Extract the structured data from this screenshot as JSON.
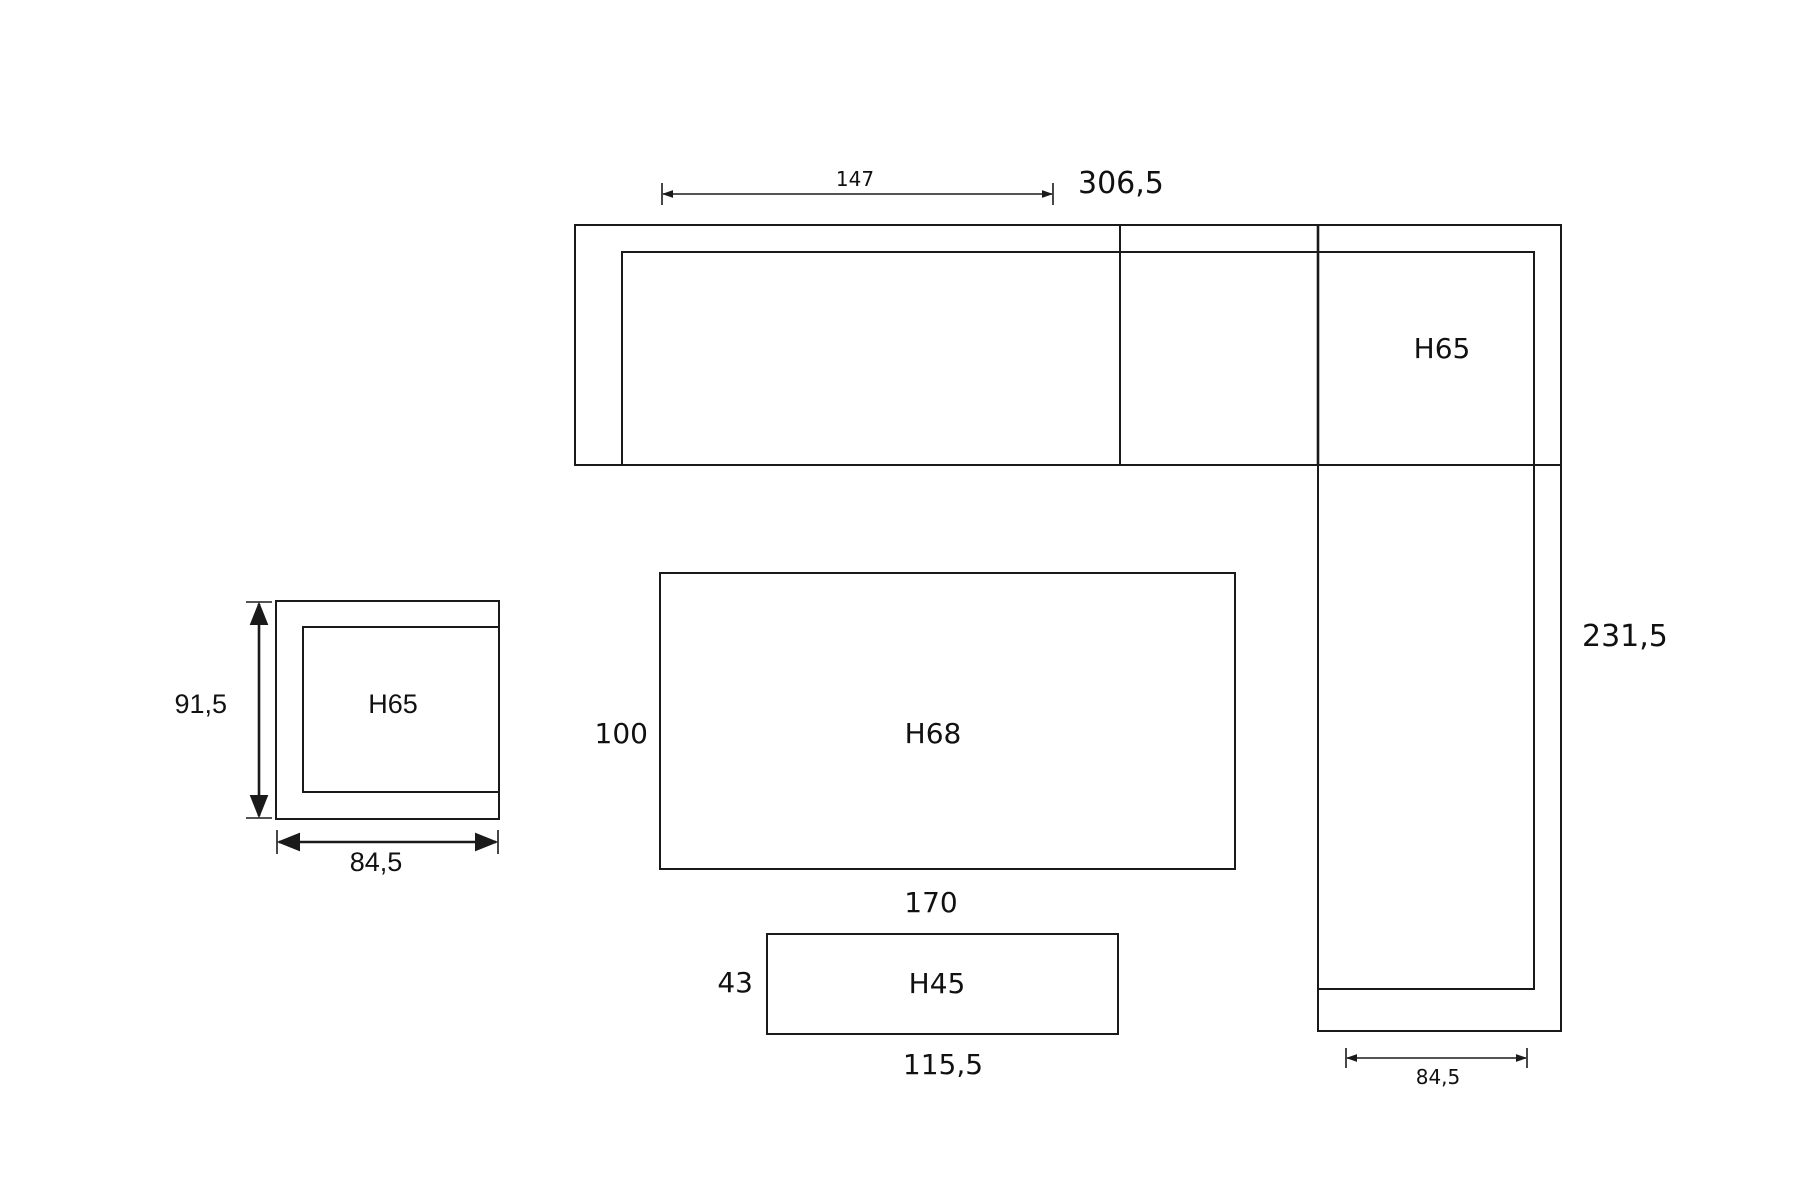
{
  "sofa": {
    "overall_width": "306,5",
    "seat_width": "147",
    "depth": "231,5",
    "corner_height": "H65",
    "chaise_width": "84,5"
  },
  "armchair": {
    "height": "H65",
    "depth": "91,5",
    "width": "84,5"
  },
  "coffee_table": {
    "height": "H68",
    "depth": "100",
    "width": "170"
  },
  "footstool": {
    "height": "H45",
    "depth": "43",
    "width": "115,5"
  }
}
